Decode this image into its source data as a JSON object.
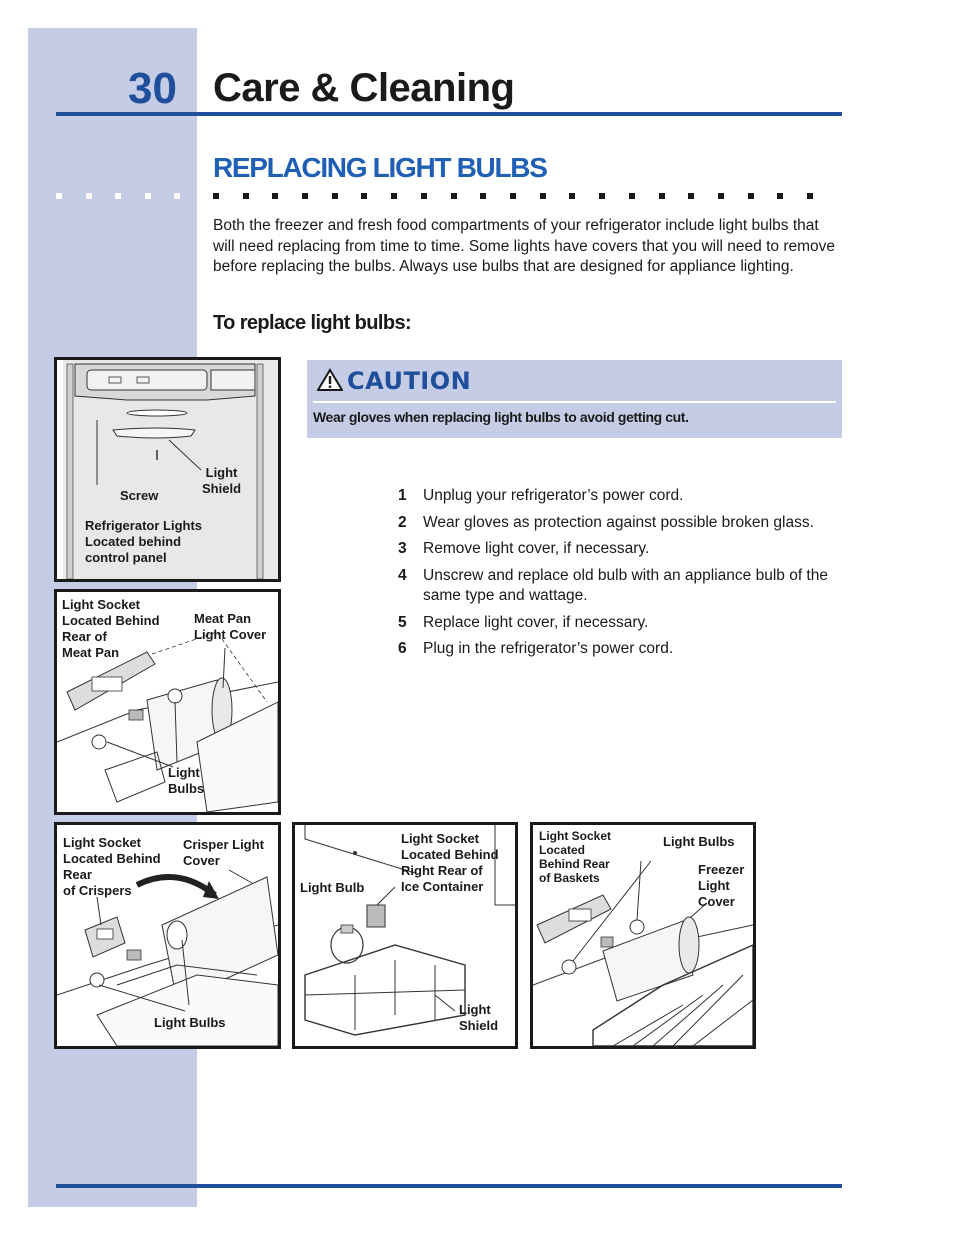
{
  "header": {
    "page_number": "30",
    "title": "Care & Cleaning"
  },
  "section": {
    "title": "REPLACING LIGHT BULBS",
    "intro": "Both the freezer and fresh food compartments of your refrigerator include light bulbs that will need replacing from time to time. Some lights have covers that you will need to remove before replacing the bulbs. Always use bulbs that are designed for appliance lighting.",
    "subheading": "To replace light bulbs:"
  },
  "caution": {
    "title": "CAUTION",
    "icon": "warning-triangle-icon",
    "text": "Wear gloves when replacing light bulbs to avoid getting cut."
  },
  "steps": [
    {
      "num": "1",
      "text": "Unplug your refrigerator’s power cord."
    },
    {
      "num": "2",
      "text": "Wear gloves as protection against possible broken glass."
    },
    {
      "num": "3",
      "text": "Remove light cover, if necessary."
    },
    {
      "num": "4",
      "text": "Unscrew and replace old bulb with an appliance bulb of the same type and wattage."
    },
    {
      "num": "5",
      "text": "Replace light cover, if necessary."
    },
    {
      "num": "6",
      "text": "Plug in the refrigerator’s power cord."
    }
  ],
  "figures": {
    "control_panel": {
      "screw": "Screw",
      "light_shield": "Light\nShield",
      "location": "Refrigerator Lights\nLocated behind\ncontrol panel"
    },
    "meat_pan": {
      "socket": "Light Socket\nLocated Behind\nRear of\nMeat Pan",
      "cover": "Meat Pan\nLight Cover",
      "bulbs": "Light\nBulbs"
    },
    "crisper": {
      "socket": "Light Socket\nLocated Behind\nRear\nof Crispers",
      "cover": "Crisper Light\nCover",
      "bulbs": "Light Bulbs"
    },
    "ice_container": {
      "socket": "Light Socket\nLocated Behind\nRight Rear of\nIce Container",
      "bulb": "Light Bulb",
      "shield": "Light\nShield"
    },
    "baskets": {
      "socket": "Light Socket\nLocated\nBehind Rear\nof Baskets",
      "bulbs": "Light Bulbs",
      "cover": "Freezer\nLight\nCover"
    }
  },
  "colors": {
    "accent_blue": "#1f4f9a",
    "section_blue": "#1f5fb5",
    "sidebar_lavender": "#c5cce6"
  }
}
